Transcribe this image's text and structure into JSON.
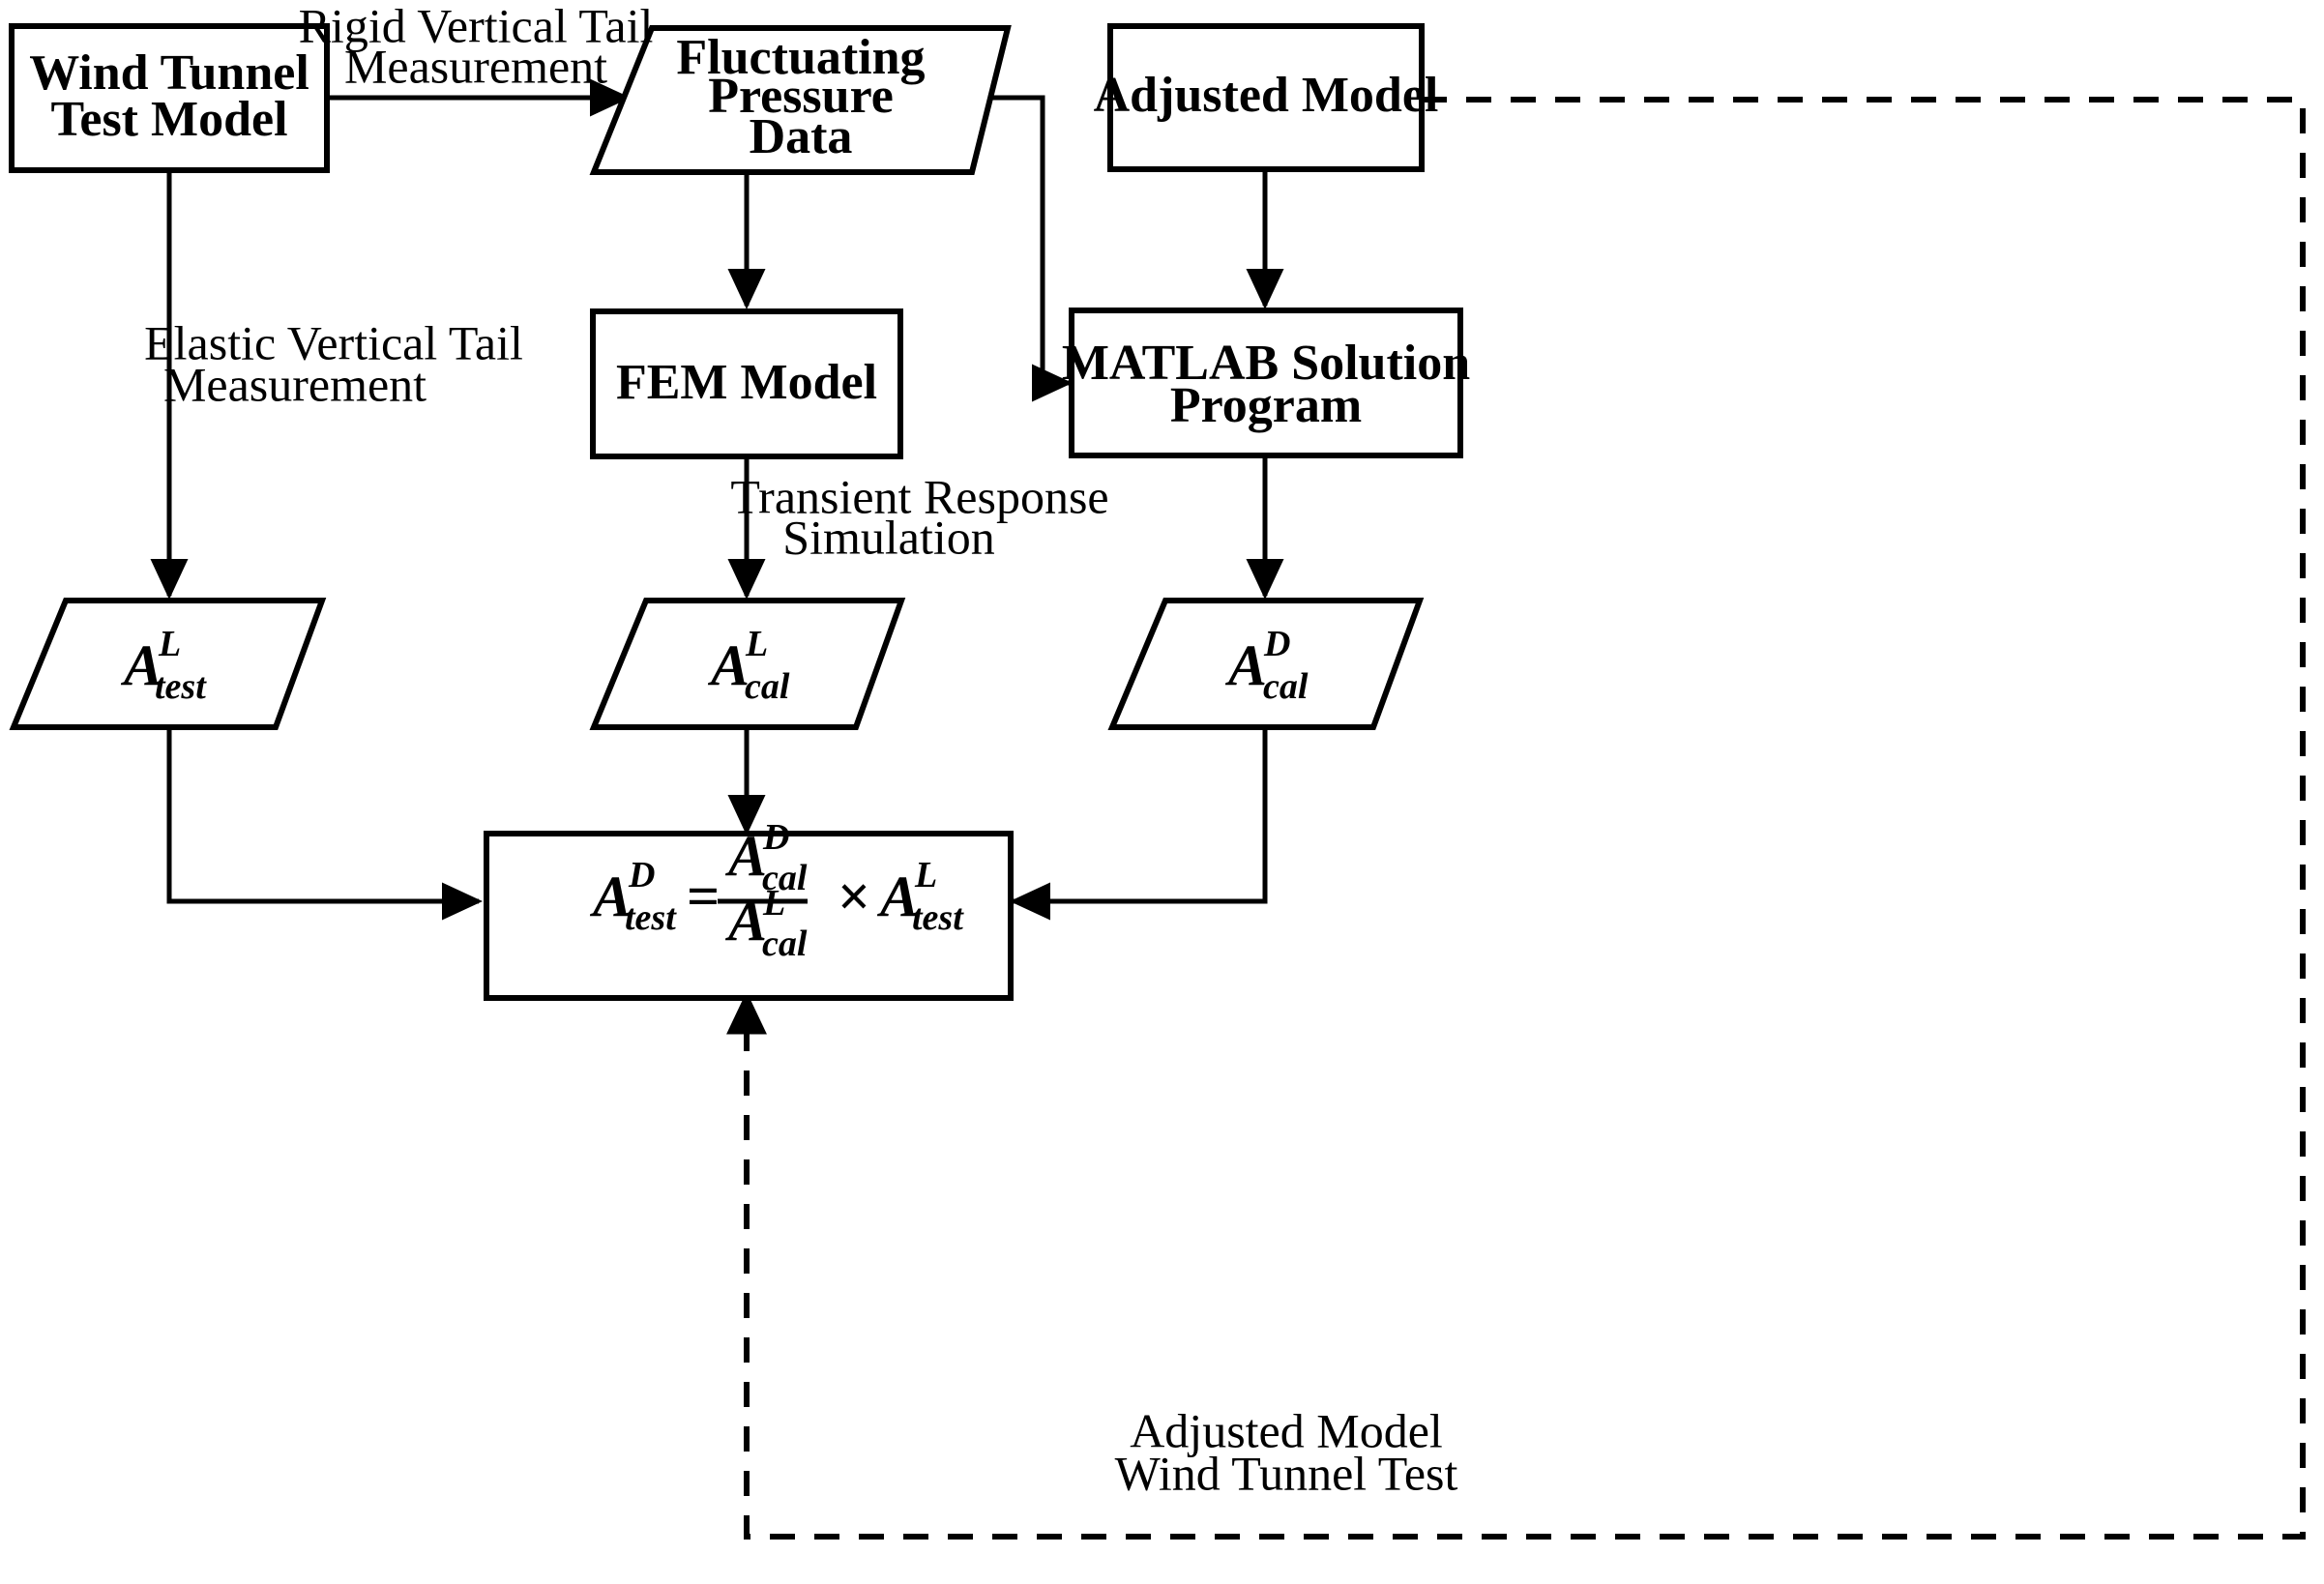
{
  "diagram": {
    "title": "Wind Tunnel Test and Simulation Correction Flowchart",
    "background_color": "#ffffff",
    "line_color": "#000000",
    "nodes": [
      {
        "id": "wind-tunnel-test-model",
        "shape": "rectangle",
        "line1": "Wind Tunnel",
        "line2": "Test Model"
      },
      {
        "id": "fluctuating-pressure-data",
        "shape": "parallelogram",
        "line1": "Fluctuating",
        "line2": "Pressure",
        "line3": "Data"
      },
      {
        "id": "adjusted-model",
        "shape": "rectangle",
        "line1": "Adjusted Model"
      },
      {
        "id": "fem-model",
        "shape": "rectangle",
        "line1": "FEM Model"
      },
      {
        "id": "matlab-solution-program",
        "shape": "rectangle",
        "line1": "MATLAB Solution",
        "line2": "Program"
      },
      {
        "id": "a-l-test",
        "shape": "parallelogram",
        "symbol": "A",
        "superscript": "L",
        "subscript": "test"
      },
      {
        "id": "a-l-cal",
        "shape": "parallelogram",
        "symbol": "A",
        "superscript": "L",
        "subscript": "cal"
      },
      {
        "id": "a-d-cal",
        "shape": "parallelogram",
        "symbol": "A",
        "superscript": "D",
        "subscript": "cal"
      },
      {
        "id": "formula-box",
        "shape": "rectangle",
        "formula_text": "A^D_test = A^D_cal / A^L_cal  ×  A^L_test"
      }
    ],
    "edge_labels": [
      {
        "id": "rigid-vertical-tail-measurement",
        "line1": "Rigid Vertical Tail",
        "line2": "Measurement"
      },
      {
        "id": "elastic-vertical-tail-measurement",
        "line1": "Elastic Vertical Tail",
        "line2": "Measurement"
      },
      {
        "id": "transient-response-simulation",
        "line1": "Transient Response",
        "line2": "Simulation"
      },
      {
        "id": "adjusted-model-wind-tunnel-test",
        "line1": "Adjusted Model",
        "line2": "Wind Tunnel Test"
      }
    ],
    "formula": {
      "lhs_symbol": "A",
      "lhs_sup": "D",
      "lhs_sub": "test",
      "equals": "=",
      "num_symbol": "A",
      "num_sup": "D",
      "num_sub": "cal",
      "den_symbol": "A",
      "den_sup": "L",
      "den_sub": "cal",
      "times": "×",
      "rhs_symbol": "A",
      "rhs_sup": "L",
      "rhs_sub": "test"
    }
  }
}
